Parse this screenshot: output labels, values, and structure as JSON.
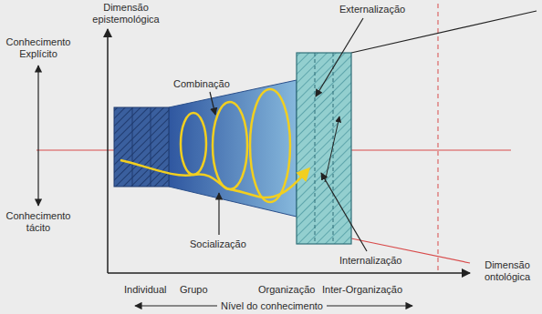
{
  "diagram": {
    "labels": [
      "Dimensão epistemológica",
      "Externalização",
      "Conhecimento Explícito",
      "Combinação",
      "Conhecimento tácito",
      "Socialização",
      "Internalização",
      "Dimensão ontológica",
      "Individual",
      "Grupo",
      "Organização",
      "Inter-Organização",
      "Nível do conhecimento"
    ]
  }
}
